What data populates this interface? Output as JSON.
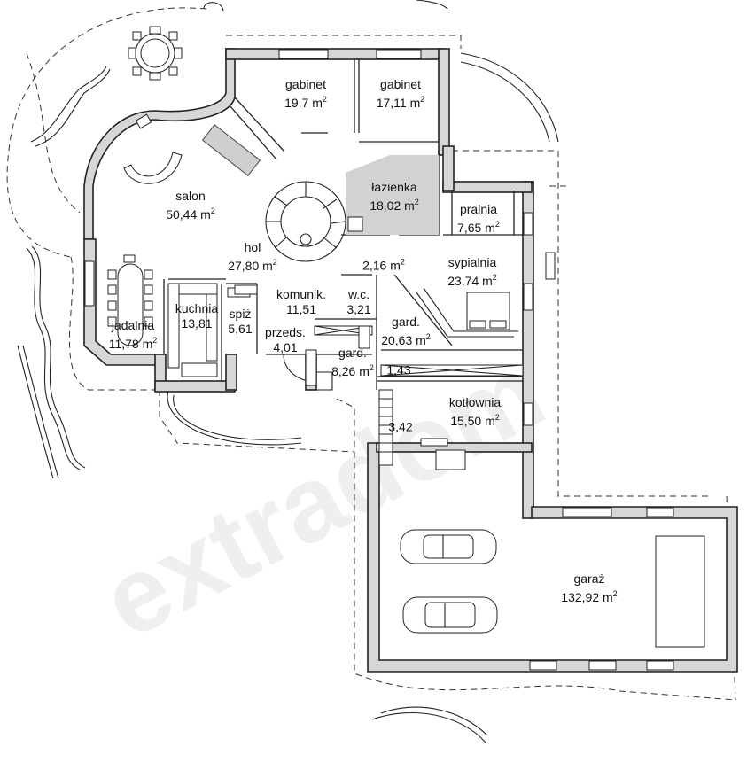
{
  "rooms": [
    {
      "id": "gabinet-1",
      "name": "gabinet",
      "area": "19,7 m",
      "sup": "2"
    },
    {
      "id": "gabinet-2",
      "name": "gabinet",
      "area": "17,11 m",
      "sup": "2"
    },
    {
      "id": "salon",
      "name": "salon",
      "area": "50,44 m",
      "sup": "2"
    },
    {
      "id": "lazienka",
      "name": "łazienka",
      "area": "18,02 m",
      "sup": "2"
    },
    {
      "id": "pralnia",
      "name": "pralnia",
      "area": "7,65 m",
      "sup": "2"
    },
    {
      "id": "hol",
      "name": "hol",
      "area": "27,80 m",
      "sup": "2"
    },
    {
      "id": "hall-small",
      "name": "",
      "area": "2,16 m",
      "sup": "2"
    },
    {
      "id": "sypialnia",
      "name": "sypialnia",
      "area": "23,74 m",
      "sup": "2"
    },
    {
      "id": "jadalnia",
      "name": "jadalnia",
      "area": "11,78 m",
      "sup": "2"
    },
    {
      "id": "kuchnia",
      "name": "kuchnia",
      "area": "13,81",
      "sup": ""
    },
    {
      "id": "spiz",
      "name": "spiż",
      "area": "5,61",
      "sup": ""
    },
    {
      "id": "komunik",
      "name": "komunik.",
      "area": "11,51",
      "sup": ""
    },
    {
      "id": "wc",
      "name": "w.c.",
      "area": "3,21",
      "sup": ""
    },
    {
      "id": "gard-1",
      "name": "gard.",
      "area": "20,63 m",
      "sup": "2"
    },
    {
      "id": "przeds",
      "name": "przeds.",
      "area": "4,01",
      "sup": ""
    },
    {
      "id": "gard-2",
      "name": "gard.",
      "area": "8,26 m",
      "sup": "2"
    },
    {
      "id": "hall-143",
      "name": "",
      "area": "1,43",
      "sup": ""
    },
    {
      "id": "kotlownia",
      "name": "kotłownia",
      "area": "15,50 m",
      "sup": "2"
    },
    {
      "id": "stairs-342",
      "name": "",
      "area": "3,42",
      "sup": ""
    },
    {
      "id": "garaz",
      "name": "garaż",
      "area": "132,92 m",
      "sup": "2"
    }
  ],
  "watermark": "extradom"
}
